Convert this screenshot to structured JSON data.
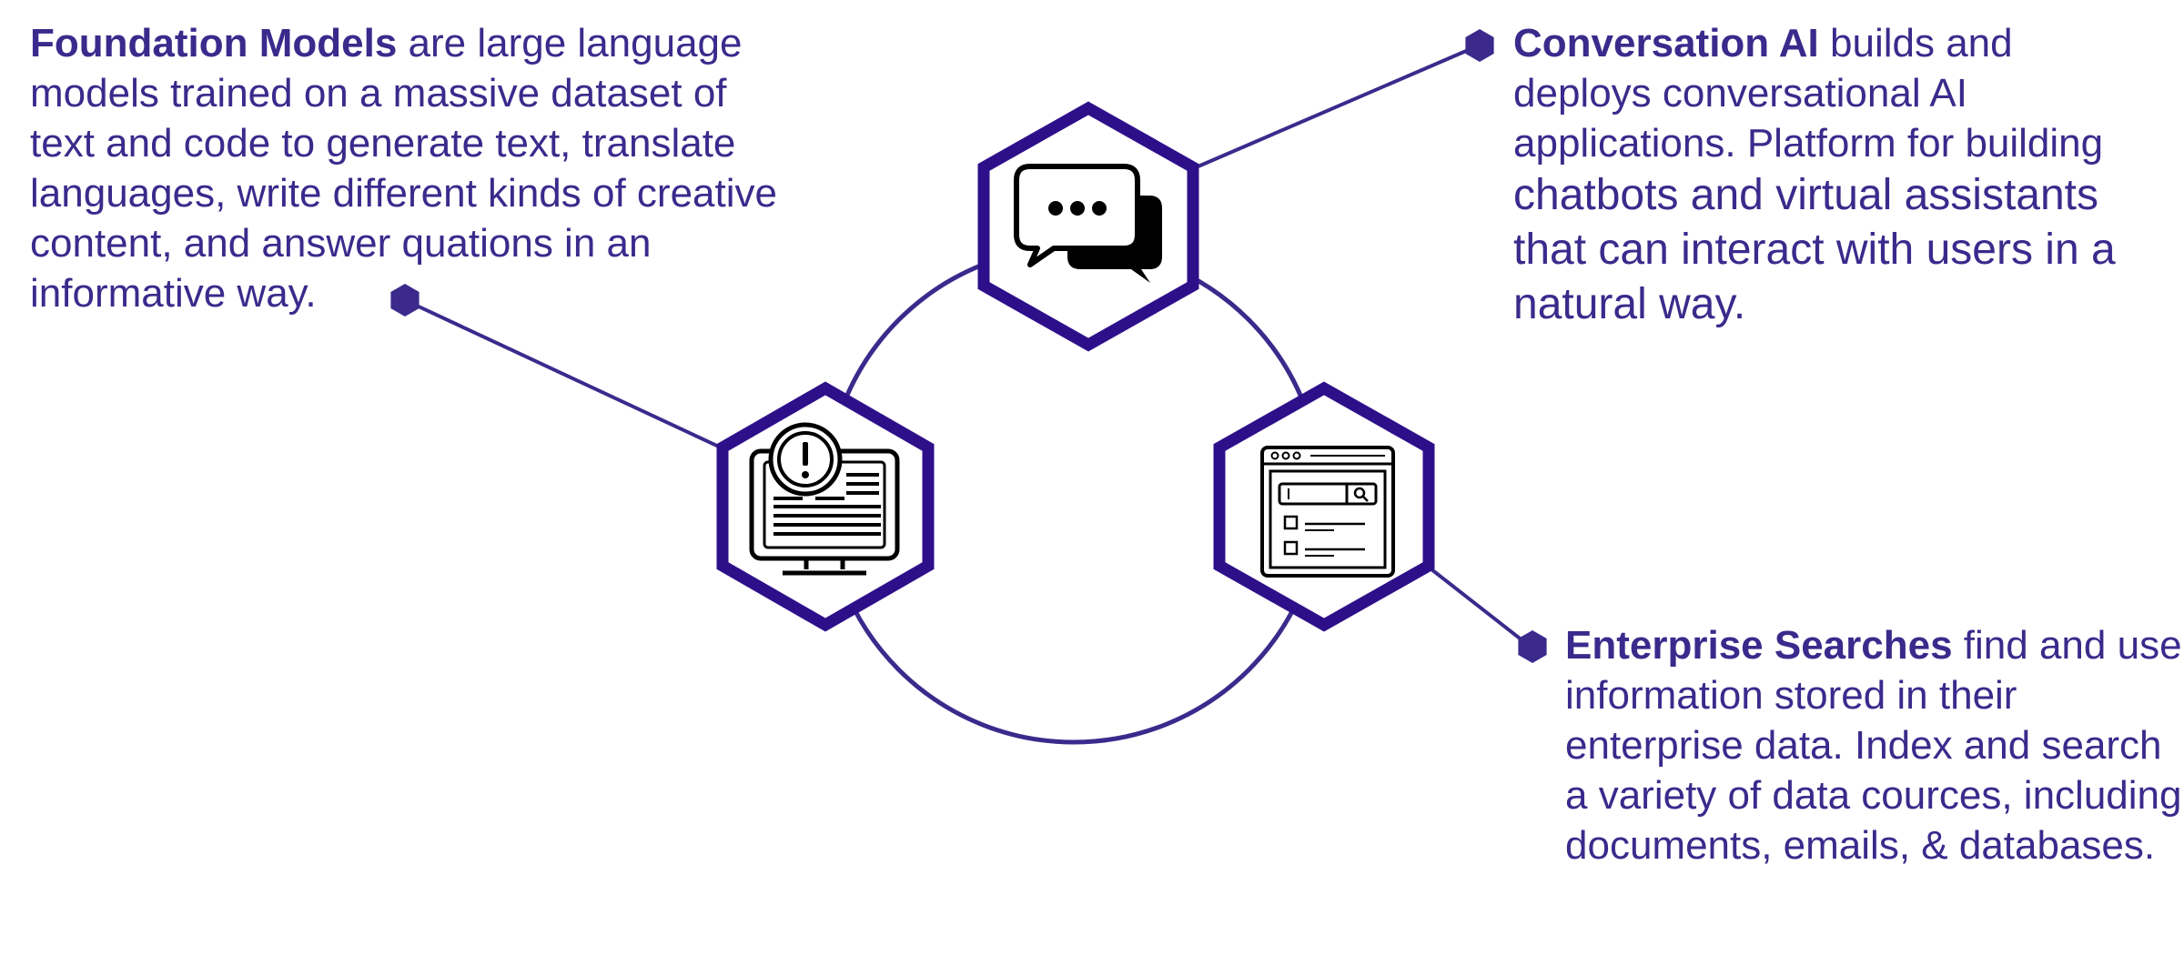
{
  "colors": {
    "primary": "#3b2a8c",
    "hex_stroke": "#2e0f8a",
    "icon": "#000000",
    "background": "#ffffff"
  },
  "icons": {
    "top": "chat-bubbles-icon",
    "left": "monitor-alert-icon",
    "right": "browser-search-icon"
  },
  "items": [
    {
      "id": "foundation",
      "term": "Foundation Models",
      "text": "are large language models trained on a massive dataset of text and code to generate text, translate languages, write different kinds of creative content, and answer quations in an informative way."
    },
    {
      "id": "conversation",
      "term": "Conversation AI",
      "text": "builds and deploys conversational AI applications. Platform for building",
      "text2": "chatbots and virtual assistants that can interact with users in a natural way."
    },
    {
      "id": "enterprise",
      "term": "Enterprise Searches",
      "text": "find and use information stored in their enterprise data. Index and search a variety of data cources, including documents, emails, & databases."
    }
  ]
}
